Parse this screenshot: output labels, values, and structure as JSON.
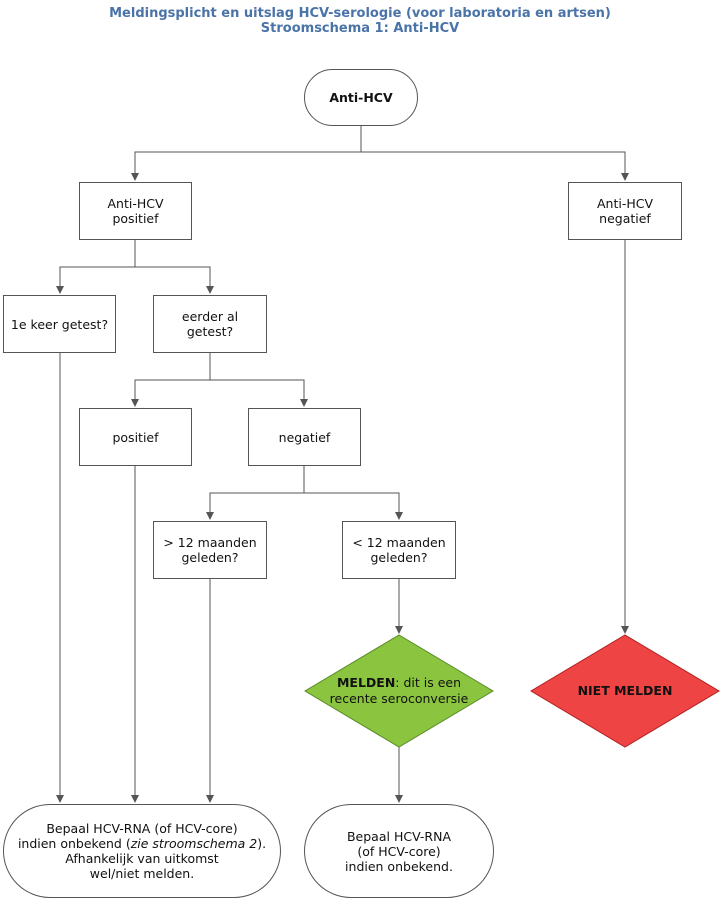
{
  "header": {
    "title": "Meldingsplicht en uitslag HCV-serologie (voor laboratoria en artsen)",
    "subtitle": "Stroomschema 1: Anti-HCV"
  },
  "nodes": {
    "start": "Anti-HCV",
    "pos_l1": "Anti-HCV",
    "pos_l2": "positief",
    "neg_l1": "Anti-HCV",
    "neg_l2": "negatief",
    "first_test": "1e keer getest?",
    "earlier_l1": "eerder al",
    "earlier_l2": "getest?",
    "positive": "positief",
    "negative": "negatief",
    "gt12_l1": "> 12 maanden",
    "gt12_l2": "geleden?",
    "lt12_l1": "< 12 maanden",
    "lt12_l2": "geleden?",
    "report_bold": "MELDEN",
    "report_rest1": ": dit is een",
    "report_rest2": "recente seroconversie",
    "no_report": "NIET MELDEN",
    "end_left_l1": "Bepaal HCV-RNA (of HCV-core)",
    "end_left_l2a": "indien onbekend (",
    "end_left_l2b": "zie stroomschema 2",
    "end_left_l2c": ").",
    "end_left_l3": "Afhankelijk van uitkomst",
    "end_left_l4": "wel/niet melden.",
    "end_right_l1": "Bepaal HCV-RNA",
    "end_right_l2": "(of HCV-core)",
    "end_right_l3": "indien onbekend."
  },
  "colors": {
    "title": "#4a73a8",
    "report_fill": "#8bc43f",
    "no_report_fill": "#ee4444",
    "line": "#555555"
  }
}
